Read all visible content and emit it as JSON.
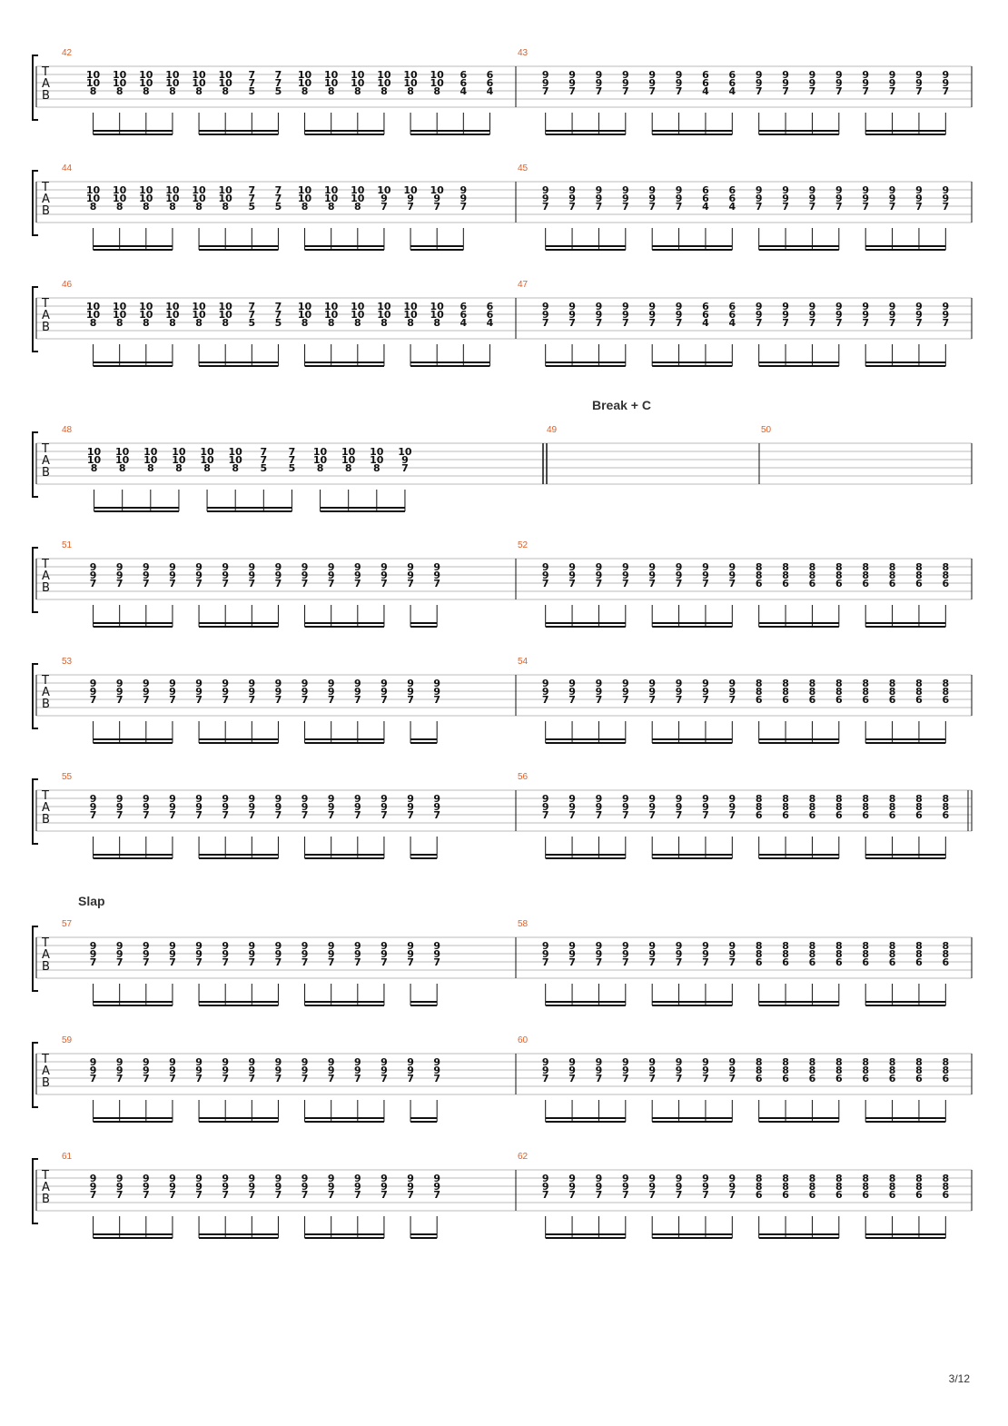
{
  "page_number": "3/12",
  "tab_letters": [
    "T",
    "A",
    "B"
  ],
  "clefs": [
    [
      "TAB",
      "TAB"
    ],
    [
      "TAB",
      "TAB"
    ],
    [
      "TAB",
      "TAB"
    ],
    [
      "TAB"
    ],
    [
      "TAB"
    ],
    [
      "TAB"
    ],
    [
      "TAB"
    ],
    [
      "TAB"
    ],
    [
      "TAB"
    ],
    [
      "TAB"
    ]
  ],
  "sections": [
    {
      "text": "Break + C"
    },
    {
      "text": "Slap"
    }
  ],
  "systems": [
    {
      "measures": [
        {
          "number": "42",
          "groups": [
            {
              "chord": [
                "10",
                "10",
                "8"
              ],
              "count": 4
            },
            {
              "chord": [
                "10",
                "10",
                "8"
              ],
              "count": 2
            },
            {
              "chord": [
                "7",
                "7",
                "5"
              ],
              "count": 2
            },
            {
              "chord": [
                "10",
                "10",
                "8"
              ],
              "count": 4
            },
            {
              "chord": [
                "10",
                "10",
                "8"
              ],
              "count": 2
            },
            {
              "chord": [
                "6",
                "6",
                "4"
              ],
              "count": 2
            }
          ]
        },
        {
          "number": "43",
          "groups": [
            {
              "chord": [
                "9",
                "9",
                "7"
              ],
              "count": 4
            },
            {
              "chord": [
                "9",
                "9",
                "7"
              ],
              "count": 2
            },
            {
              "chord": [
                "6",
                "6",
                "4"
              ],
              "count": 2
            },
            {
              "chord": [
                "9",
                "9",
                "7"
              ],
              "count": 8
            }
          ]
        }
      ]
    },
    {
      "measures": [
        {
          "number": "44",
          "groups": [
            {
              "chord": [
                "10",
                "10",
                "8"
              ],
              "count": 4
            },
            {
              "chord": [
                "10",
                "10",
                "8"
              ],
              "count": 2
            },
            {
              "chord": [
                "7",
                "7",
                "5"
              ],
              "count": 2
            },
            {
              "chord": [
                "10",
                "10",
                "8"
              ],
              "count": 3
            },
            {
              "chord": [
                "10",
                "9",
                "7"
              ],
              "count": 3
            },
            {
              "chord": [
                "9",
                "9",
                "7"
              ],
              "count": 1
            }
          ]
        },
        {
          "number": "45",
          "groups": [
            {
              "chord": [
                "9",
                "9",
                "7"
              ],
              "count": 4
            },
            {
              "chord": [
                "9",
                "9",
                "7"
              ],
              "count": 2
            },
            {
              "chord": [
                "6",
                "6",
                "4"
              ],
              "count": 2
            },
            {
              "chord": [
                "9",
                "9",
                "7"
              ],
              "count": 8
            }
          ]
        }
      ]
    },
    {
      "measures": [
        {
          "number": "46",
          "groups": [
            {
              "chord": [
                "10",
                "10",
                "8"
              ],
              "count": 4
            },
            {
              "chord": [
                "10",
                "10",
                "8"
              ],
              "count": 2
            },
            {
              "chord": [
                "7",
                "7",
                "5"
              ],
              "count": 2
            },
            {
              "chord": [
                "10",
                "10",
                "8"
              ],
              "count": 4
            },
            {
              "chord": [
                "10",
                "10",
                "8"
              ],
              "count": 2
            },
            {
              "chord": [
                "6",
                "6",
                "4"
              ],
              "count": 2
            }
          ]
        },
        {
          "number": "47",
          "groups": [
            {
              "chord": [
                "9",
                "9",
                "7"
              ],
              "count": 4
            },
            {
              "chord": [
                "9",
                "9",
                "7"
              ],
              "count": 2
            },
            {
              "chord": [
                "6",
                "6",
                "4"
              ],
              "count": 2
            },
            {
              "chord": [
                "9",
                "9",
                "7"
              ],
              "count": 8
            }
          ]
        }
      ]
    },
    {
      "measures": [
        {
          "number": "48",
          "groups": [
            {
              "chord": [
                "10",
                "10",
                "8"
              ],
              "count": 4
            },
            {
              "chord": [
                "10",
                "10",
                "8"
              ],
              "count": 2
            },
            {
              "chord": [
                "7",
                "7",
                "5"
              ],
              "count": 2
            },
            {
              "chord": [
                "10",
                "10",
                "8"
              ],
              "count": 3
            },
            {
              "chord": [
                "10",
                "9",
                "7"
              ],
              "count": 1
            }
          ]
        },
        {
          "number": "49",
          "groups": []
        },
        {
          "number": "50",
          "groups": []
        }
      ]
    },
    {
      "measures": [
        {
          "number": "51",
          "groups": [
            {
              "chord": [
                "9",
                "9",
                "7"
              ],
              "count": 14
            }
          ]
        },
        {
          "number": "52",
          "groups": [
            {
              "chord": [
                "9",
                "9",
                "7"
              ],
              "count": 8
            },
            {
              "chord": [
                "8",
                "8",
                "6"
              ],
              "count": 8
            }
          ]
        }
      ]
    },
    {
      "measures": [
        {
          "number": "53",
          "groups": [
            {
              "chord": [
                "9",
                "9",
                "7"
              ],
              "count": 14
            }
          ]
        },
        {
          "number": "54",
          "groups": [
            {
              "chord": [
                "9",
                "9",
                "7"
              ],
              "count": 8
            },
            {
              "chord": [
                "8",
                "8",
                "6"
              ],
              "count": 8
            }
          ]
        }
      ]
    },
    {
      "measures": [
        {
          "number": "55",
          "groups": [
            {
              "chord": [
                "9",
                "9",
                "7"
              ],
              "count": 14
            }
          ]
        },
        {
          "number": "56",
          "groups": [
            {
              "chord": [
                "9",
                "9",
                "7"
              ],
              "count": 8
            },
            {
              "chord": [
                "8",
                "8",
                "6"
              ],
              "count": 8
            }
          ]
        }
      ]
    },
    {
      "measures": [
        {
          "number": "57",
          "groups": [
            {
              "chord": [
                "9",
                "9",
                "7"
              ],
              "count": 14
            }
          ]
        },
        {
          "number": "58",
          "groups": [
            {
              "chord": [
                "9",
                "9",
                "7"
              ],
              "count": 8
            },
            {
              "chord": [
                "8",
                "8",
                "6"
              ],
              "count": 8
            }
          ]
        }
      ]
    },
    {
      "measures": [
        {
          "number": "59",
          "groups": [
            {
              "chord": [
                "9",
                "9",
                "7"
              ],
              "count": 14
            }
          ]
        },
        {
          "number": "60",
          "groups": [
            {
              "chord": [
                "9",
                "9",
                "7"
              ],
              "count": 8
            },
            {
              "chord": [
                "8",
                "8",
                "6"
              ],
              "count": 8
            }
          ]
        }
      ]
    },
    {
      "measures": [
        {
          "number": "61",
          "groups": [
            {
              "chord": [
                "9",
                "9",
                "7"
              ],
              "count": 14
            }
          ]
        },
        {
          "number": "62",
          "groups": [
            {
              "chord": [
                "9",
                "9",
                "7"
              ],
              "count": 8
            },
            {
              "chord": [
                "8",
                "8",
                "6"
              ],
              "count": 8
            }
          ]
        }
      ]
    }
  ]
}
